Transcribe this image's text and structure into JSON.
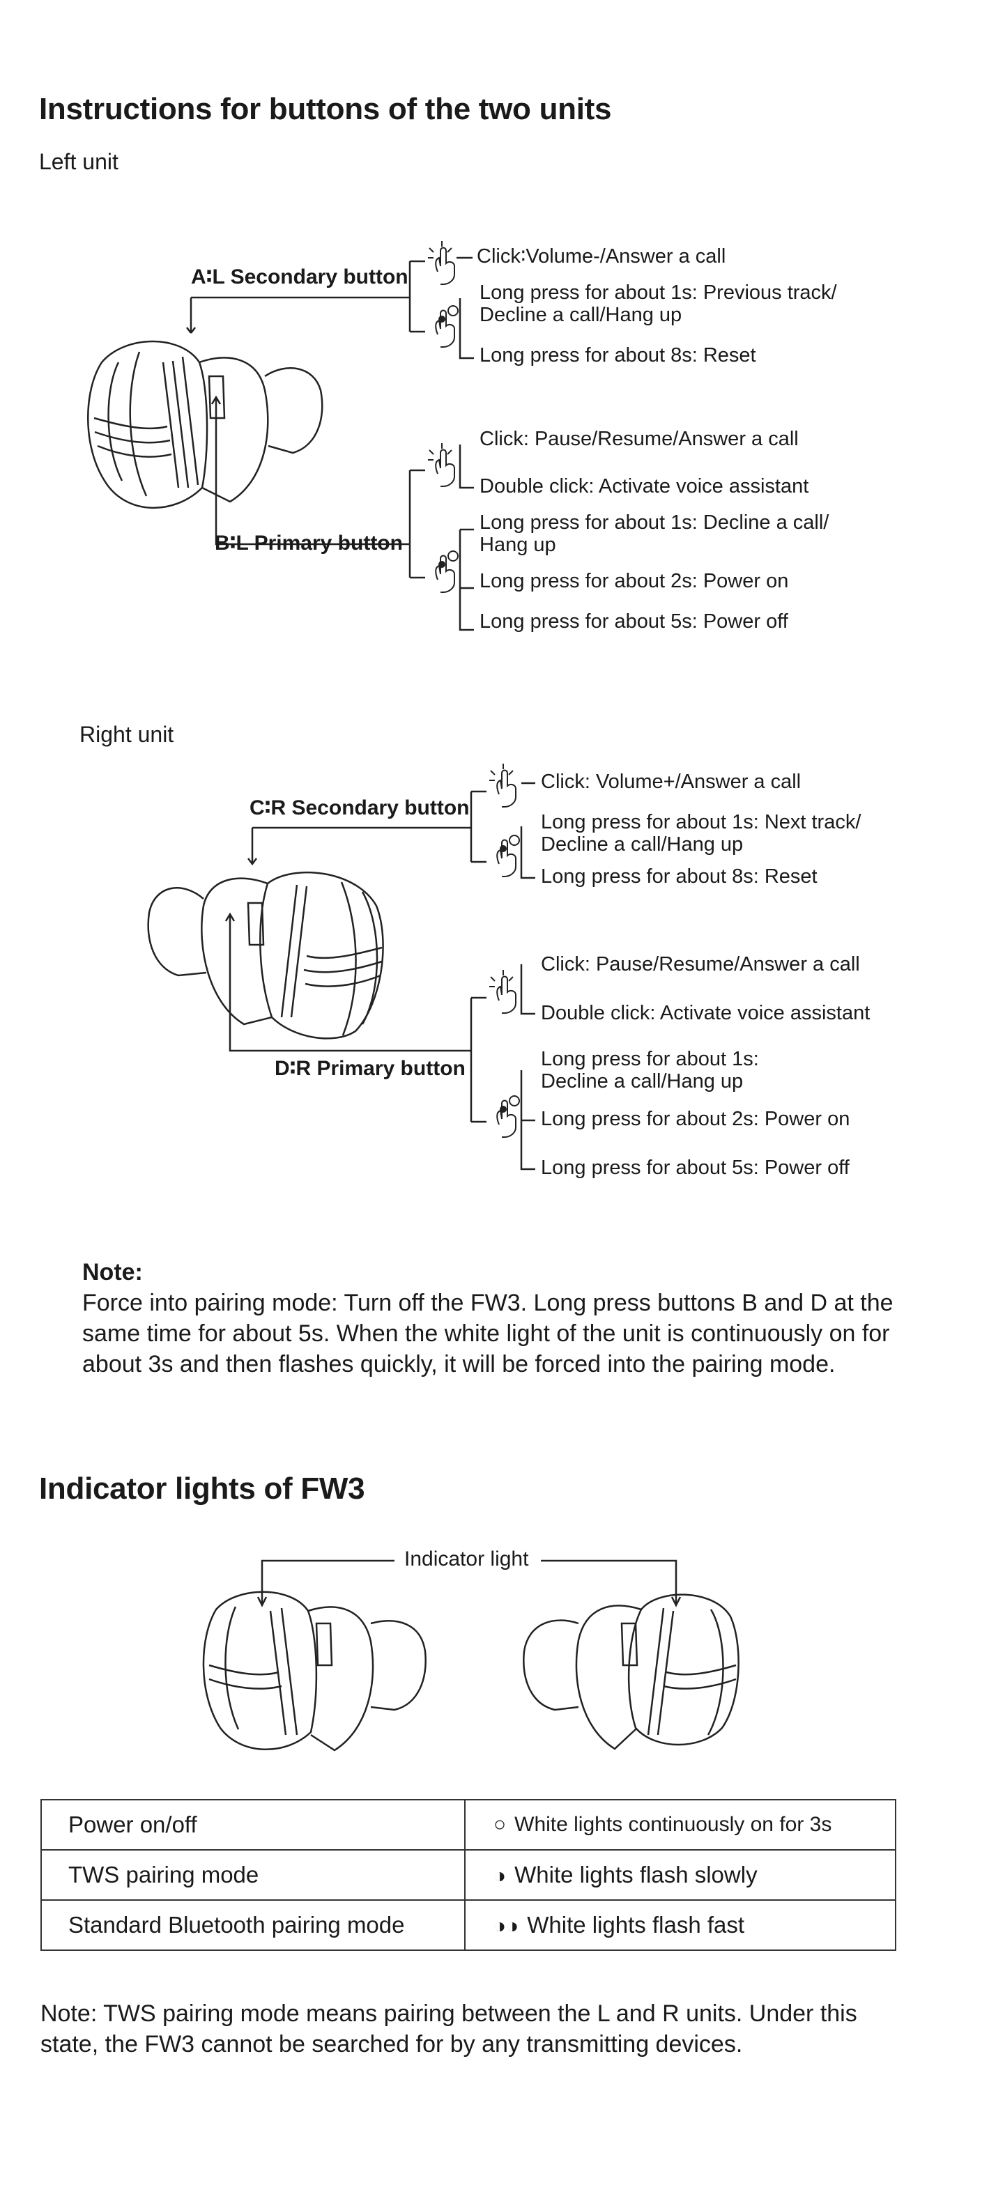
{
  "section1": {
    "title": "Instructions for buttons of the two units",
    "left_unit": {
      "heading": "Left unit",
      "button_a": {
        "label": "A∶L Secondary button",
        "actions": [
          "Click∶Volume-/Answer a call",
          "Long press for about 1s: Previous track/",
          "Decline a call/Hang up",
          "Long press for about 8s: Reset"
        ]
      },
      "button_b": {
        "label": "B∶L Primary button",
        "actions": [
          "Click: Pause/Resume/Answer a call",
          "Double click: Activate voice assistant",
          "Long press for about 1s: Decline a call/",
          "Hang up",
          "Long press for about 2s: Power on",
          "Long press for about 5s: Power off"
        ]
      }
    },
    "right_unit": {
      "heading": "Right unit",
      "button_c": {
        "label": "C∶R Secondary button",
        "actions": [
          "Click: Volume+/Answer a call",
          "Long press for about 1s: Next track/",
          "Decline a call/Hang up",
          "Long press for about 8s: Reset"
        ]
      },
      "button_d": {
        "label": "D∶R Primary button",
        "actions": [
          "Click: Pause/Resume/Answer a call",
          "Double click: Activate voice assistant",
          "Long press for about 1s:",
          "Decline a call/Hang up",
          "Long press for about 2s: Power on",
          "Long press for about 5s: Power off"
        ]
      }
    },
    "note": {
      "heading": "Note:",
      "text": "Force into pairing mode: Turn off the FW3. Long press buttons B and D at the same time for about 5s. When the white light of the unit is continuously on for about 3s and then flashes quickly, it will be forced into the pairing mode."
    }
  },
  "section2": {
    "title": "Indicator lights of FW3",
    "indicator_label": "Indicator light",
    "table": [
      {
        "mode": "Power on/off",
        "symbol": "○",
        "status": "White lights continuously on for 3s"
      },
      {
        "mode": "TWS pairing mode",
        "symbol": "◑",
        "status": "White lights flash slowly"
      },
      {
        "mode": "Standard Bluetooth pairing mode",
        "symbol": "◑◑",
        "status": "White lights flash fast"
      }
    ],
    "footnote": "Note: TWS pairing mode means pairing between the L and R units. Under this state, the FW3 cannot be searched for by any transmitting devices."
  }
}
